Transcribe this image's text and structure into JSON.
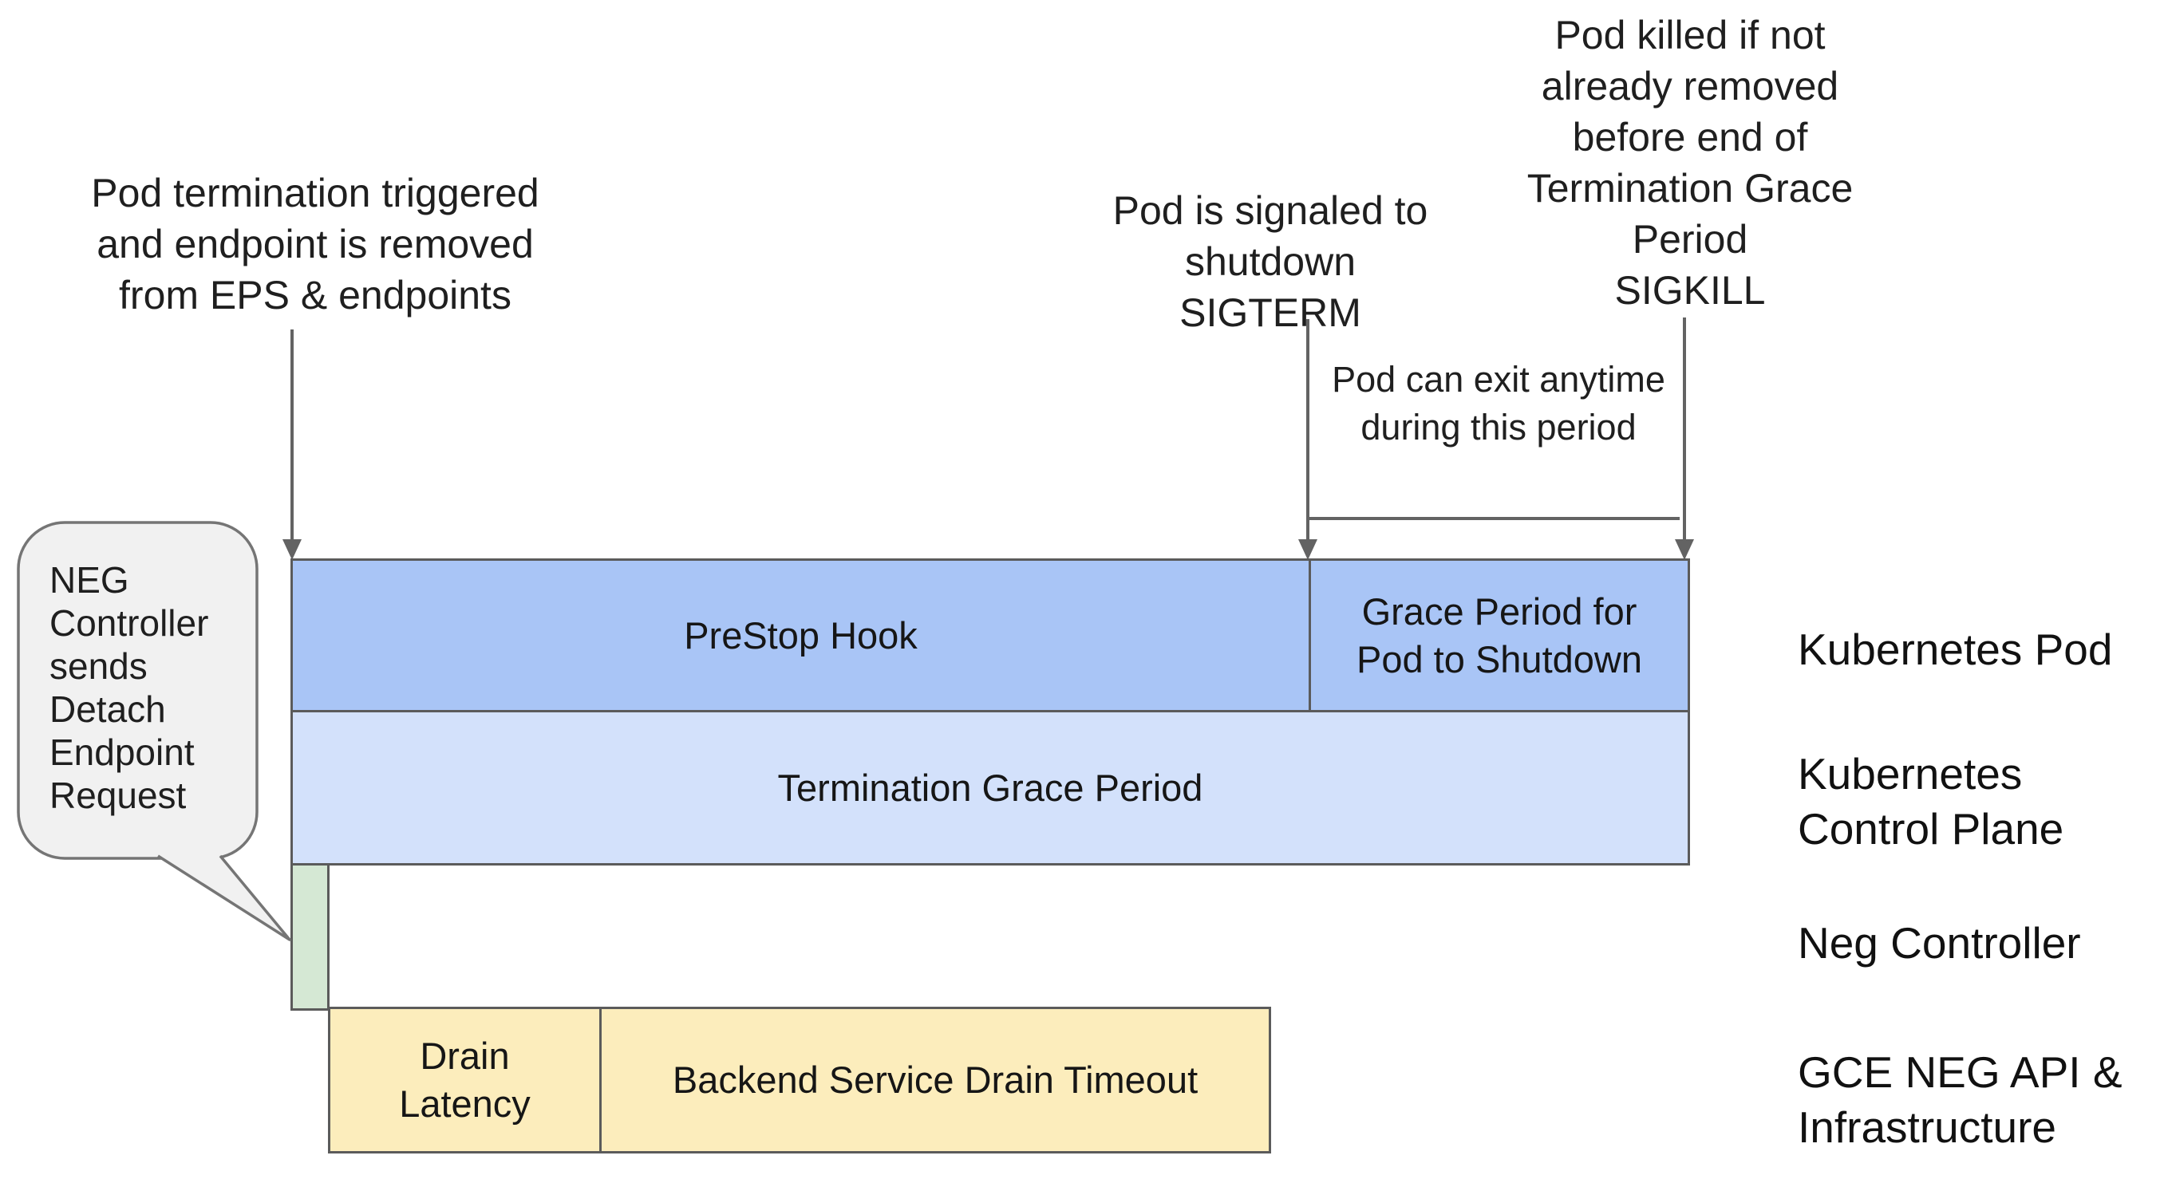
{
  "notes": {
    "pod_termination": "Pod termination triggered\nand endpoint is removed\nfrom EPS & endpoints",
    "pod_signaled": "Pod is signaled to\nshutdown\nSIGTERM",
    "pod_killed": "Pod killed if not\nalready removed\nbefore end of\nTermination Grace\nPeriod\nSIGKILL",
    "pod_exit": "Pod can exit anytime\nduring this period"
  },
  "bubble": {
    "text": "NEG\nController\nsends\nDetach\nEndpoint\nRequest",
    "fill": "#f1f1f1",
    "border": "#757575"
  },
  "bars": {
    "prestop": {
      "label": "PreStop Hook",
      "fill": "#a9c5f6"
    },
    "grace": {
      "label": "Grace Period for\nPod to Shutdown",
      "fill": "#a9c5f6"
    },
    "termination": {
      "label": "Termination Grace Period",
      "fill": "#d3e1fb"
    },
    "neg_detach": {
      "label": "",
      "fill": "#d5e8d4"
    },
    "drain_latency": {
      "label": "Drain\nLatency",
      "fill": "#fcedbc"
    },
    "backend_drain": {
      "label": "Backend Service Drain Timeout",
      "fill": "#fcedbc"
    }
  },
  "lane_labels": {
    "pod": "Kubernetes Pod",
    "control_plane": "Kubernetes\nControl Plane",
    "neg_controller": "Neg Controller",
    "gce": "GCE NEG API &\nInfrastructure"
  },
  "colors": {
    "line_gray": "#636363",
    "bar_border": "#5b5b5b",
    "medium_blue": "#a9c5f6",
    "light_blue": "#d3e1fb",
    "light_green": "#d5e8d4",
    "light_yellow": "#fcedbc",
    "bubble_gray": "#f1f1f1"
  }
}
